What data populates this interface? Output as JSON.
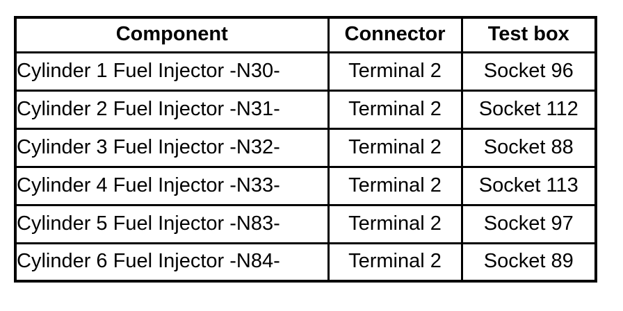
{
  "table": {
    "headers": {
      "component": "Component",
      "connector": "Connector",
      "testbox": "Test box"
    },
    "rows": [
      {
        "component": "Cylinder 1 Fuel Injector -N30-",
        "connector": "Terminal 2",
        "testbox": "Socket 96"
      },
      {
        "component": "Cylinder 2 Fuel Injector -N31-",
        "connector": "Terminal 2",
        "testbox": "Socket 112"
      },
      {
        "component": "Cylinder 3 Fuel Injector -N32-",
        "connector": "Terminal 2",
        "testbox": "Socket 88"
      },
      {
        "component": "Cylinder 4 Fuel Injector -N33-",
        "connector": "Terminal 2",
        "testbox": "Socket 113"
      },
      {
        "component": "Cylinder 5 Fuel Injector -N83-",
        "connector": "Terminal 2",
        "testbox": "Socket 97"
      },
      {
        "component": "Cylinder 6 Fuel Injector -N84-",
        "connector": "Terminal 2",
        "testbox": "Socket 89"
      }
    ]
  }
}
